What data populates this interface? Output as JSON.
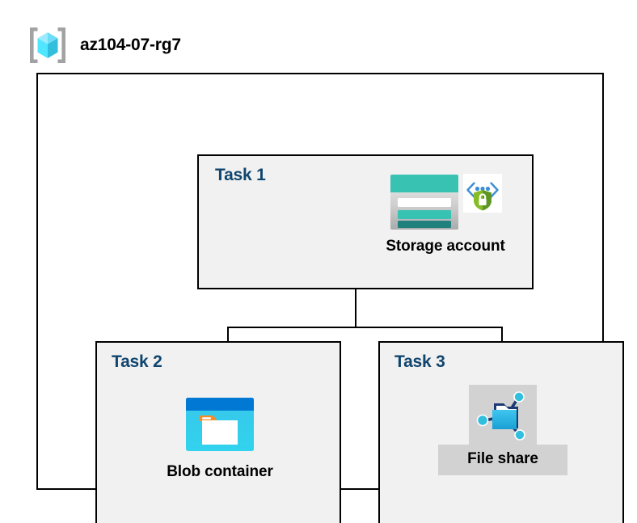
{
  "header": {
    "icon_name": "azure-resource-group-icon",
    "title": "az104-07-rg7"
  },
  "diagram": {
    "container_name": "resource-group-boundary",
    "tasks": [
      {
        "id": "task1",
        "label": "Task 1",
        "node": {
          "caption": "Storage account",
          "icons": [
            "storage-account-icon",
            "secure-endpoint-shield-icon"
          ],
          "highlighted": false
        }
      },
      {
        "id": "task2",
        "label": "Task 2",
        "node": {
          "caption": "Blob container",
          "icons": [
            "blob-container-icon"
          ],
          "highlighted": false
        }
      },
      {
        "id": "task3",
        "label": "Task 3",
        "node": {
          "caption": "File share",
          "icons": [
            "file-share-icon"
          ],
          "highlighted": true
        }
      }
    ],
    "connectors": [
      {
        "name": "storage-to-bus-trunk",
        "from": "task1",
        "to": "bus"
      },
      {
        "name": "bus-to-blob-container",
        "from": "bus",
        "to": "task2"
      },
      {
        "name": "bus-to-file-share",
        "from": "bus",
        "to": "task3"
      }
    ]
  },
  "colors": {
    "task_label": "#10456e",
    "panel_fill": "#f1f1f1",
    "highlight_fill": "#d2d2d2",
    "border": "#000000",
    "canvas": "#ffffff",
    "storage_teal": "#37c2b1",
    "storage_teal_dark": "#20807b",
    "blob_blue": "#0078d4",
    "blob_cyan": "#32bedd",
    "blob_orange": "#f78d28",
    "shield_green": "#5e9624",
    "shield_green_light": "#86bc25",
    "bracket_gray": "#a0a2a4",
    "cube_cyan": "#50e6ff",
    "cube_cyan_light": "#9cebff",
    "fileshare_navy": "#1b3a73",
    "fileshare_cyan": "#32bedd"
  }
}
